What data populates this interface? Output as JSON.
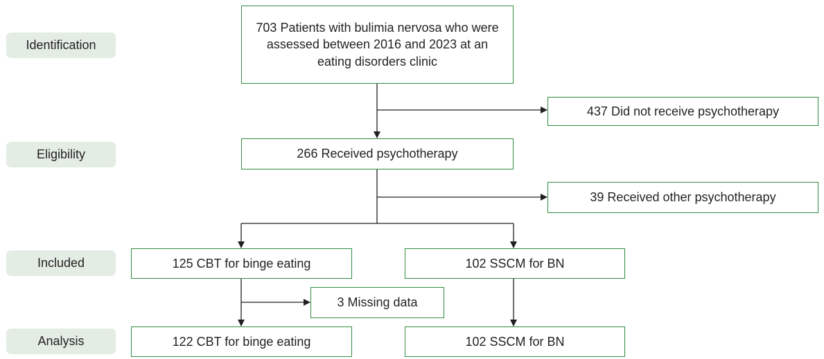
{
  "stages": {
    "identification": "Identification",
    "eligibility": "Eligibility",
    "included": "Included",
    "analysis": "Analysis"
  },
  "boxes": {
    "identified": "703 Patients with bulimia nervosa who were assessed between 2016 and 2023 at an eating disorders clinic",
    "no_psychotherapy": "437 Did not receive psychotherapy",
    "received_psychotherapy": "266 Received psychotherapy",
    "other_psychotherapy": "39 Received other psychotherapy",
    "cbt_included": "125 CBT for binge eating",
    "sscm_included": "102 SSCM for BN",
    "missing_data": "3 Missing data",
    "cbt_analysis": "122 CBT for binge eating",
    "sscm_analysis": "102 SSCM for BN"
  },
  "colors": {
    "box_border": "#2e8b3e",
    "stage_fill": "#e3ede4",
    "arrow": "#231f20"
  }
}
